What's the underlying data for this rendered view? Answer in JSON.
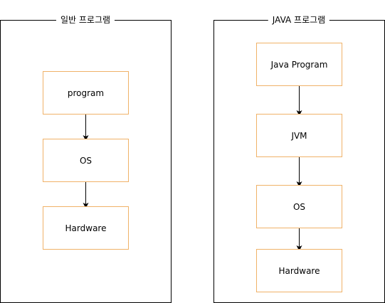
{
  "colors": {
    "panel_border": "#000000",
    "node_border": "#f0b268",
    "arrow": "#000000",
    "background": "#ffffff"
  },
  "panels": [
    {
      "title": "일반 프로그램",
      "nodes": [
        "program",
        "OS",
        "Hardware"
      ]
    },
    {
      "title": "JAVA 프로그램",
      "nodes": [
        "Java Program",
        "JVM",
        "OS",
        "Hardware"
      ]
    }
  ]
}
